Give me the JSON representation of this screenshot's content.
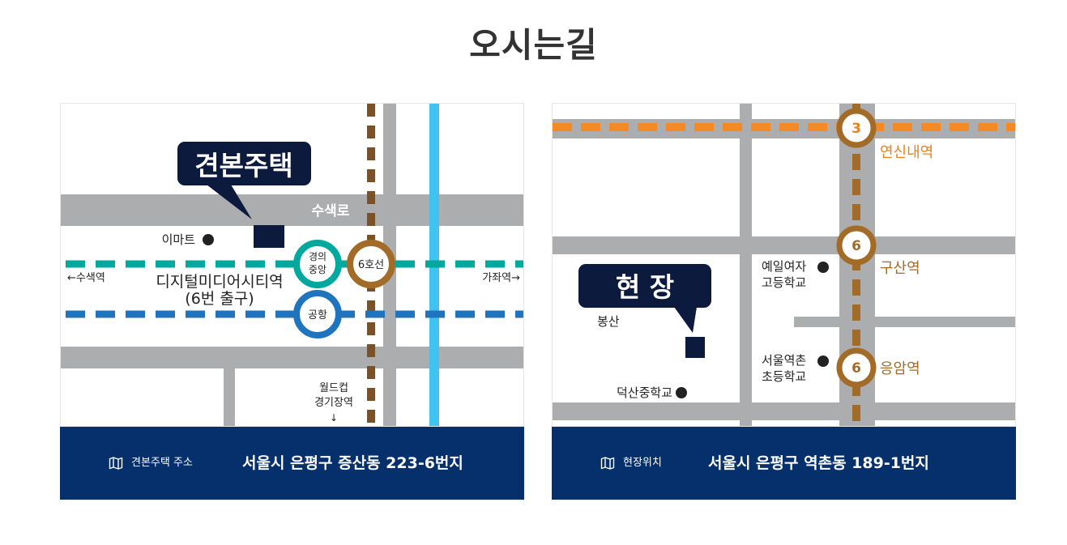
{
  "page": {
    "title": "오시는길"
  },
  "colors": {
    "road": "#acadaf",
    "navy": "#0c1b3d",
    "footer": "#06306b",
    "line6": "#7b5127",
    "line6_ring": "#a26b28",
    "green": "#00a89d",
    "blue": "#1f74bd",
    "sky": "#3fc3f0",
    "orange": "#f38a25",
    "orange_text": "#e6831f"
  },
  "left_map": {
    "callout": "견본주택",
    "road_label": "수색로",
    "emart": "이마트",
    "west": "←수색역",
    "east": "가좌역→",
    "station_name": "디지털미디어시티역",
    "station_exit": "(6번 출구)",
    "badge_gyeongui_1": "경의",
    "badge_gyeongui_2": "중앙",
    "badge_airport": "공항",
    "badge_line6": "6호선",
    "south_1": "월드컵",
    "south_2": "경기장역",
    "south_arrow": "↓",
    "footer_label": "견본주택 주소",
    "footer_address": "서울시 은평구 증산동 223-6번지",
    "footer_icon": "map-icon"
  },
  "right_map": {
    "callout": "현 장",
    "bongsan": "봉산",
    "school_1_a": "예일여자",
    "school_1_b": "고등학교",
    "school_2_a": "서울역촌",
    "school_2_b": "초등학교",
    "school_3": "덕산중학교",
    "badge_3": "3",
    "badge_6a": "6",
    "badge_6b": "6",
    "station_yeonsinnae": "연신내역",
    "station_gusan": "구산역",
    "station_eungam": "응암역",
    "footer_label": "현장위치",
    "footer_address": "서울시 은평구 역촌동 189-1번지",
    "footer_icon": "map-icon"
  }
}
